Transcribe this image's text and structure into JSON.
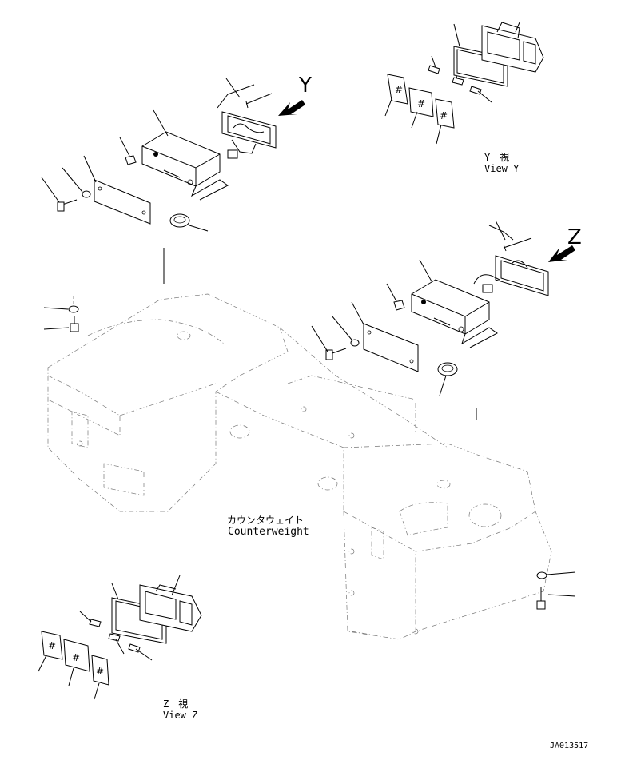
{
  "view_y": {
    "jp": "Y　視",
    "en": "View Y"
  },
  "view_z": {
    "jp": "Z　視",
    "en": "View Z"
  },
  "arrow_y_letter": "Y",
  "arrow_z_letter": "Z",
  "counterweight": {
    "jp": "カウンタウェイト",
    "en": "Counterweight"
  },
  "drawing_number": "JA013517"
}
